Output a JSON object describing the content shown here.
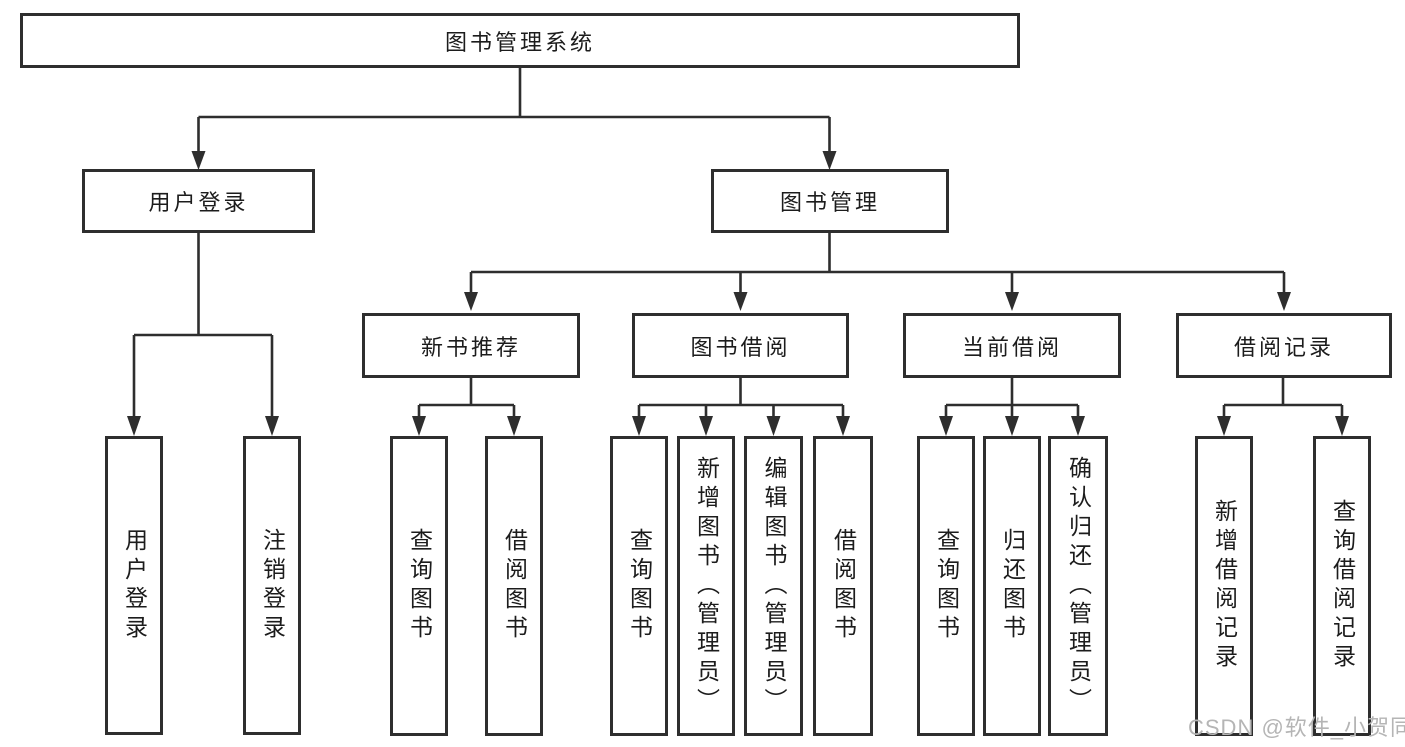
{
  "colors": {
    "line": "#2e2e2e",
    "text": "#1c1c1c",
    "watermark": "#b5b5b5",
    "background": "#ffffff"
  },
  "watermark": "CSDN @软件_小贺同学",
  "tree": {
    "root": "图书管理系统",
    "branches": [
      {
        "label": "用户登录",
        "children": [
          "用户登录",
          "注销登录"
        ]
      },
      {
        "label": "图书管理",
        "children": [
          {
            "label": "新书推荐",
            "children": [
              "查询图书",
              "借阅图书"
            ]
          },
          {
            "label": "图书借阅",
            "children": [
              "查询图书",
              "新增图书（管理员）",
              "编辑图书（管理员）",
              "借阅图书"
            ]
          },
          {
            "label": "当前借阅",
            "children": [
              "查询图书",
              "归还图书",
              "确认归还（管理员）"
            ]
          },
          {
            "label": "借阅记录",
            "children": [
              "新增借阅记录",
              "查询借阅记录"
            ]
          }
        ]
      }
    ]
  }
}
